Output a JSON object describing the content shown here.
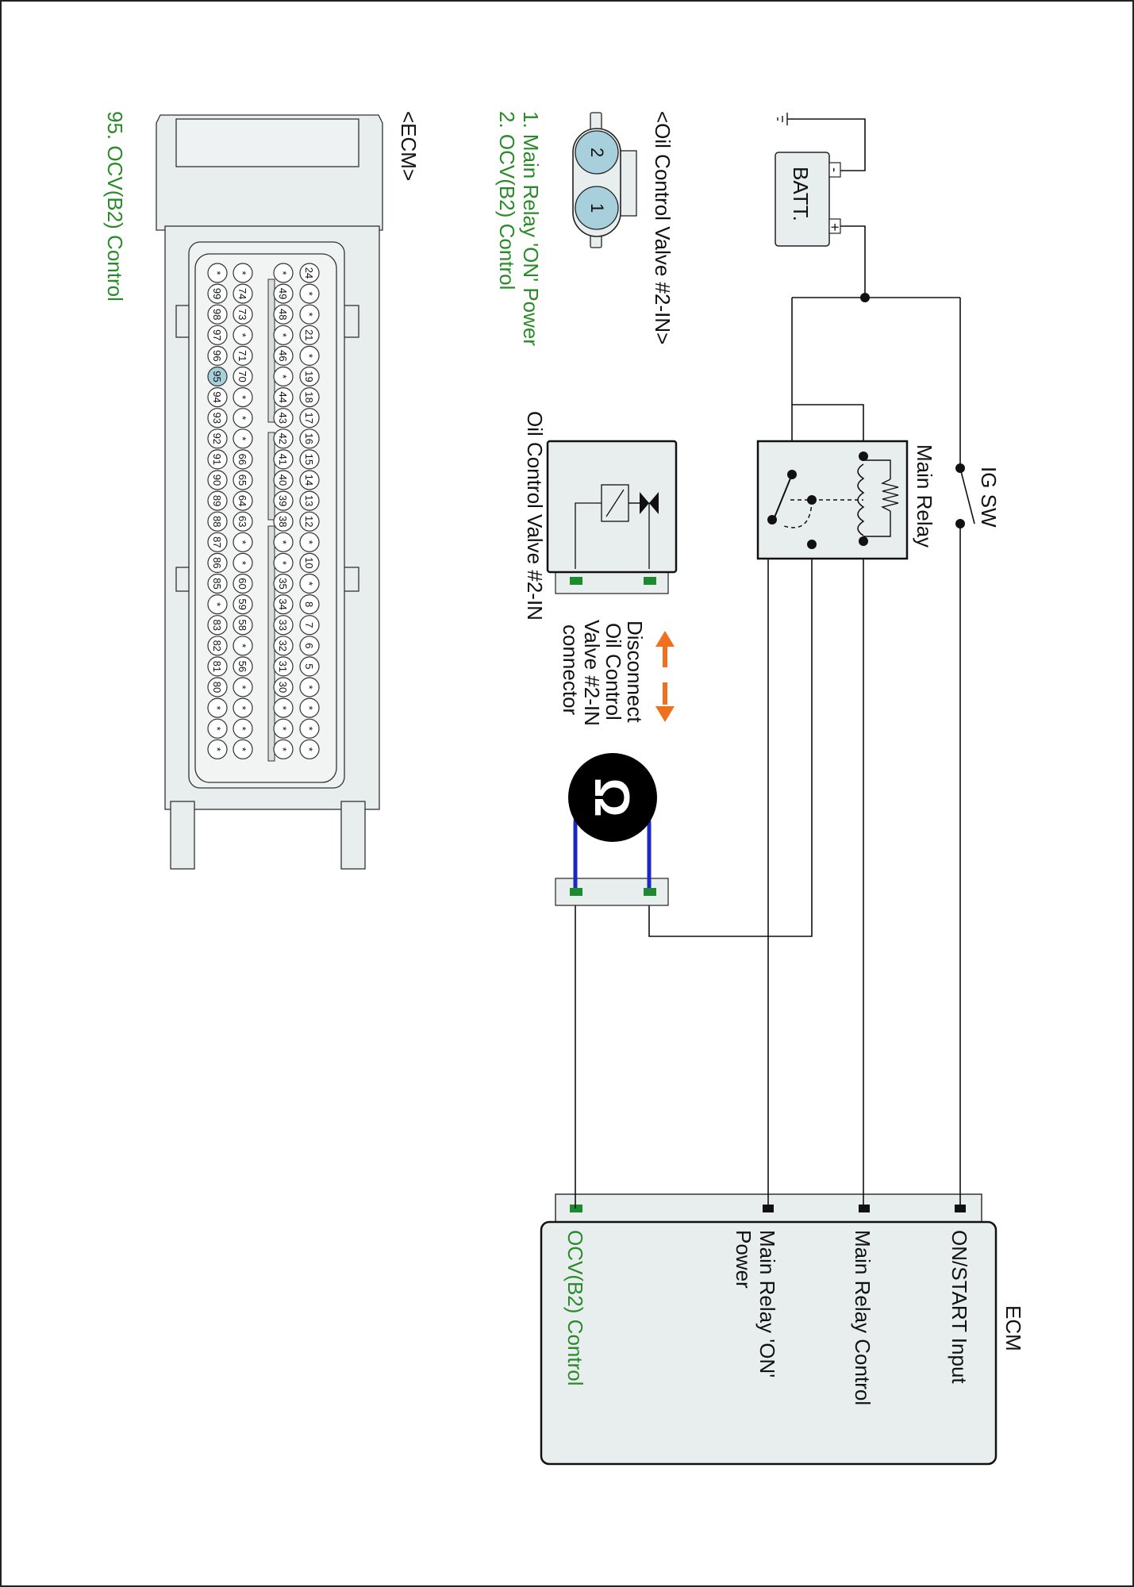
{
  "colors": {
    "component_fill": "#e8eeee",
    "highlight_pin": "#a8cfdc",
    "terminal_green": "#1e8a2e",
    "lead_blue": "#1b28c8",
    "arrow_orange": "#f07020",
    "label_green": "#2a8a2a"
  },
  "ocv_connector": {
    "title": "<Oil Control Valve #2-IN>",
    "pins": [
      "2",
      "1"
    ],
    "legend": [
      "1. Main Relay 'ON' Power",
      "2. OCV(B2) Control"
    ]
  },
  "ecm_connector": {
    "title": "<ECM>",
    "legend": [
      "95. OCV(B2) Control"
    ],
    "highlighted_pin": "95",
    "rows": [
      [
        "24",
        "*",
        "*",
        "21",
        "*",
        "19",
        "18",
        "17",
        "16",
        "15",
        "14",
        "13",
        "12",
        "*",
        "10",
        "*",
        "8",
        "7",
        "6",
        "5",
        "*",
        "*",
        "*",
        "*"
      ],
      [
        "*",
        "49",
        "48",
        "*",
        "46",
        "*",
        "44",
        "43",
        "42",
        "41",
        "40",
        "39",
        "38",
        "*",
        "*",
        "35",
        "34",
        "33",
        "32",
        "31",
        "30",
        "*",
        "*",
        "*"
      ],
      [
        "*",
        "74",
        "73",
        "*",
        "71",
        "70",
        "*",
        "*",
        "*",
        "66",
        "65",
        "64",
        "63",
        "*",
        "*",
        "60",
        "59",
        "58",
        "*",
        "56",
        "*",
        "*",
        "*",
        "*"
      ],
      [
        "*",
        "99",
        "98",
        "97",
        "96",
        "95",
        "94",
        "93",
        "92",
        "91",
        "90",
        "89",
        "88",
        "87",
        "86",
        "85",
        "*",
        "83",
        "82",
        "81",
        "80",
        "*",
        "*",
        "*"
      ]
    ]
  },
  "battery": {
    "label": "BATT.",
    "minus": "-",
    "plus": "+"
  },
  "ig_switch": {
    "label": "IG SW"
  },
  "main_relay": {
    "label": "Main Relay"
  },
  "valve": {
    "label": "Oil Control Valve #2-IN"
  },
  "disconnect_note": [
    "Disconnect",
    "Oil Control",
    "Valve #2-IN",
    "connector"
  ],
  "meter": {
    "symbol": "Ω"
  },
  "ecm_module": {
    "title": "ECM",
    "terminals": [
      {
        "label": [
          "ON/START Input"
        ],
        "color": "#111111"
      },
      {
        "label": [
          "Main Relay Control"
        ],
        "color": "#111111"
      },
      {
        "label": [
          "Main Relay 'ON'",
          "Power"
        ],
        "color": "#111111"
      },
      {
        "label": [
          "OCV(B2) Control"
        ],
        "color": "#2a8a2a"
      }
    ]
  }
}
